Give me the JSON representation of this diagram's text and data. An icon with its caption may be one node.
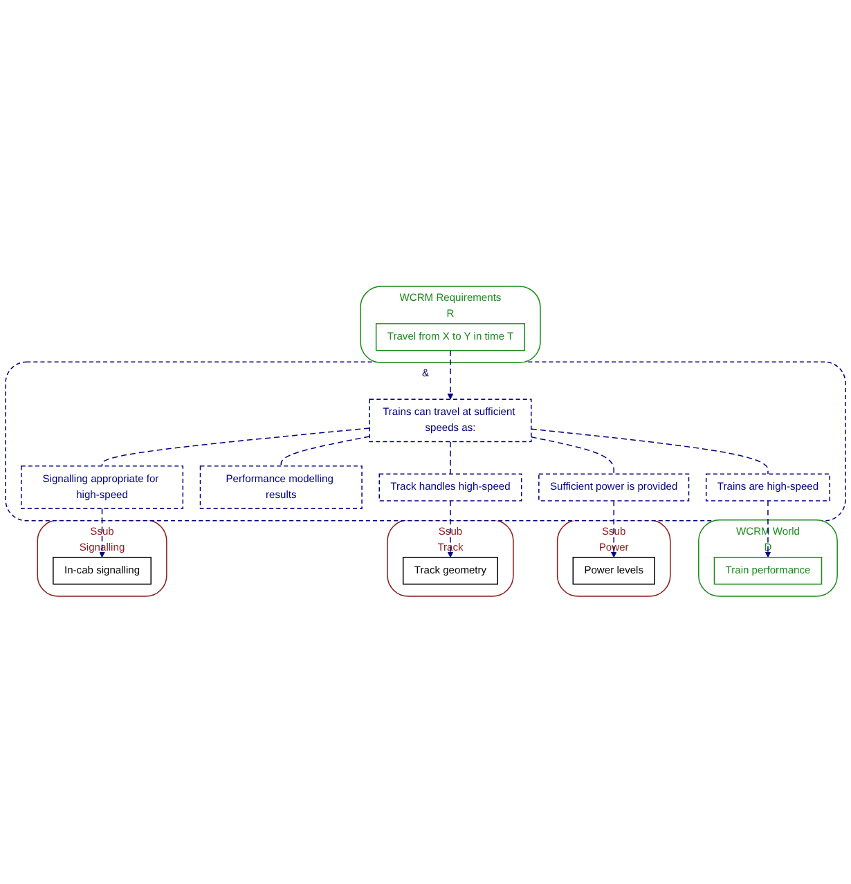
{
  "diagram": {
    "nodes": [
      {
        "text": [
          "WCRM World",
          "D"
        ]
      },
      {
        "text": [
          "Train performance"
        ],
        "in": 0
      },
      {
        "text": [
          "WCRM Requirements",
          "R"
        ]
      },
      {
        "text": [
          "Travel from X to Y in time T"
        ],
        "in": 2
      },
      {
        "text": [
          "&"
        ]
      },
      {
        "text": [
          "Trains can travel at sufficient speeds as:"
        ],
        "in": 4
      },
      {
        "text": [
          "Trains are high-speed"
        ],
        "in": 4
      },
      {
        "text": [
          "Performance modelling results"
        ],
        "in": 4
      },
      {
        "text": [
          "Sufficient power is provided"
        ],
        "in": 4
      },
      {
        "text": [
          "Track handles high-speed"
        ],
        "in": 4
      },
      {
        "text": [
          "Signalling appropriate for high-speed"
        ],
        "in": 4
      },
      {
        "text": [
          "Ssub",
          "Power"
        ]
      },
      {
        "text": [
          "Power levels"
        ],
        "in": 11
      },
      {
        "text": [
          "Ssub",
          "Track"
        ]
      },
      {
        "text": [
          "Track geometry"
        ],
        "in": 13
      },
      {
        "text": [
          "Ssub",
          "Signalling"
        ]
      },
      {
        "text": [
          "In-cab signalling"
        ],
        "in": 15
      }
    ],
    "edges": [
      {
        "from": 3,
        "to": 5,
        "arrow": "to",
        "style": "dashed"
      },
      {
        "from": 6,
        "to": 1,
        "arrow": "to",
        "style": "dashed"
      },
      {
        "from": 5,
        "to": 6,
        "arrow": "none",
        "style": "dashed"
      },
      {
        "from": 5,
        "to": 7,
        "arrow": "none",
        "style": "dashed"
      },
      {
        "from": 5,
        "to": 8,
        "arrow": "none",
        "style": "dashed"
      },
      {
        "from": 5,
        "to": 9,
        "arrow": "none",
        "style": "dashed"
      },
      {
        "from": 5,
        "to": 10,
        "arrow": "none",
        "style": "dashed"
      },
      {
        "from": 8,
        "to": 12,
        "arrow": "to",
        "style": "dashed"
      },
      {
        "from": 9,
        "to": 14,
        "arrow": "to",
        "style": "dashed"
      },
      {
        "from": 10,
        "to": 16,
        "arrow": "to",
        "style": "dashed"
      }
    ]
  }
}
